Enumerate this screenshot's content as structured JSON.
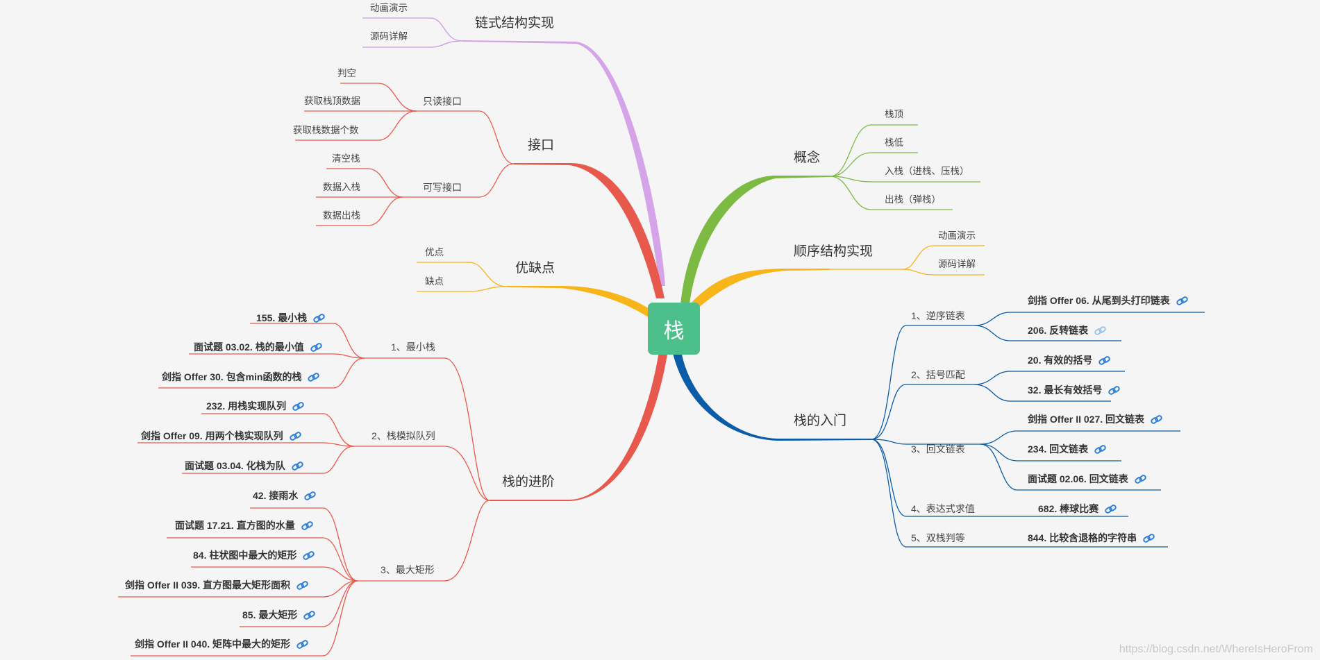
{
  "root": "栈",
  "watermark": "https://blog.csdn.net/WhereIsHeroFrom",
  "colors": {
    "purple": "#d5a3e8",
    "red": "#e7594c",
    "yellow": "#f7b519",
    "green": "#7cba43",
    "blue": "#0a5ba8",
    "root_bg": "#4cbf8a"
  },
  "left": {
    "chain": {
      "label": "链式结构实现",
      "children": [
        "动画演示",
        "源码详解"
      ]
    },
    "iface": {
      "label": "接口",
      "read": {
        "label": "只读接口",
        "children": [
          "判空",
          "获取栈顶数据",
          "获取栈数据个数"
        ]
      },
      "write": {
        "label": "可写接口",
        "children": [
          "清空栈",
          "数据入栈",
          "数据出栈"
        ]
      }
    },
    "proscons": {
      "label": "优缺点",
      "children": [
        "优点",
        "缺点"
      ]
    },
    "advanced": {
      "label": "栈的进阶",
      "minstack": {
        "label": "1、最小栈",
        "children": [
          "155. 最小栈",
          "面试题 03.02. 栈的最小值",
          "剑指 Offer 30. 包含min函数的栈"
        ]
      },
      "queue": {
        "label": "2、栈模拟队列",
        "children": [
          "232. 用栈实现队列",
          "剑指 Offer 09. 用两个栈实现队列",
          "面试题 03.04. 化栈为队"
        ]
      },
      "rect": {
        "label": "3、最大矩形",
        "children": [
          "42. 接雨水",
          "面试题 17.21. 直方图的水量",
          "84. 柱状图中最大的矩形",
          "剑指 Offer II 039. 直方图最大矩形面积",
          "85. 最大矩形",
          "剑指 Offer II 040. 矩阵中最大的矩形"
        ]
      }
    }
  },
  "right": {
    "concept": {
      "label": "概念",
      "children": [
        "栈顶",
        "栈低",
        "入栈（进栈、压栈）",
        "出栈（弹栈）"
      ]
    },
    "seq": {
      "label": "顺序结构实现",
      "children": [
        "动画演示",
        "源码详解"
      ]
    },
    "intro": {
      "label": "栈的入门",
      "reverse": {
        "label": "1、逆序链表",
        "children": [
          "剑指 Offer 06. 从尾到头打印链表",
          "206. 反转链表"
        ]
      },
      "bracket": {
        "label": "2、括号匹配",
        "children": [
          "20. 有效的括号",
          "32. 最长有效括号"
        ]
      },
      "palin": {
        "label": "3、回文链表",
        "children": [
          "剑指 Offer II 027. 回文链表",
          "234. 回文链表",
          "面试题 02.06. 回文链表"
        ]
      },
      "expr": {
        "label": "4、表达式求值",
        "children": [
          "682. 棒球比赛"
        ]
      },
      "dual": {
        "label": "5、双栈判等",
        "children": [
          "844. 比较含退格的字符串"
        ]
      }
    }
  }
}
